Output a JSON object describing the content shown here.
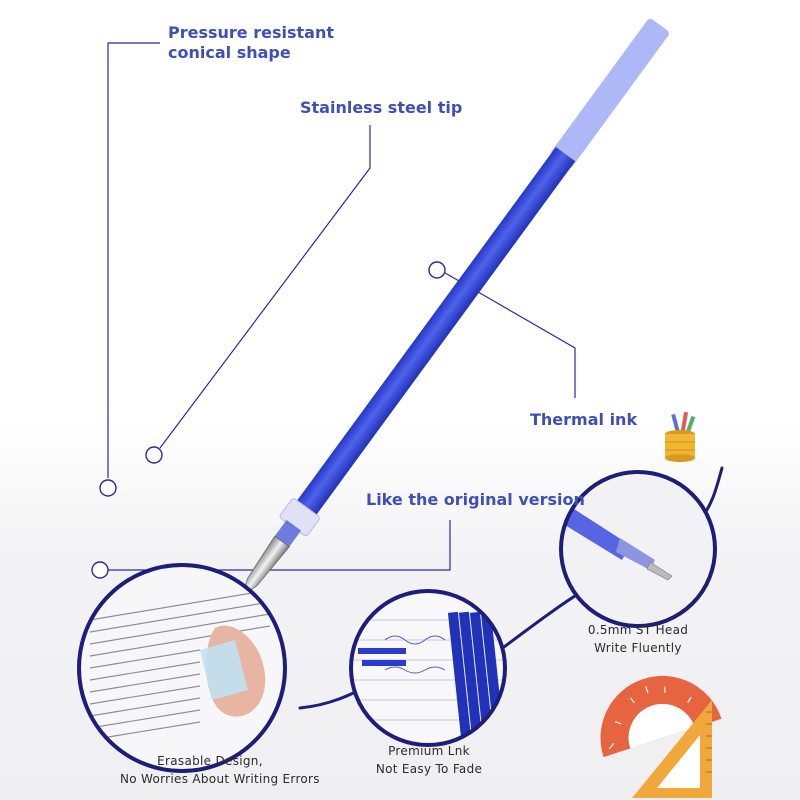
{
  "callouts": {
    "conical": [
      "Pressure resistant",
      "conical shape"
    ],
    "tip": "Stainless steel tip",
    "thermal": "Thermal ink",
    "original": "Like the original version"
  },
  "features": [
    {
      "lines": [
        "Erasable Design,",
        "No Worries About Writing Errors"
      ]
    },
    {
      "lines": [
        "Premium Lnk",
        "Not Easy To Fade"
      ]
    },
    {
      "lines": [
        "0.5mm ST Head",
        "Write Fluently"
      ]
    }
  ],
  "colors": {
    "accent": "#3f4fb8",
    "refill": "#3548d4",
    "line": "#2a2aa0",
    "ring": "#1e1e7a"
  },
  "icons": [
    "pencil-cup-icon",
    "protractor-icon",
    "set-square-icon"
  ]
}
